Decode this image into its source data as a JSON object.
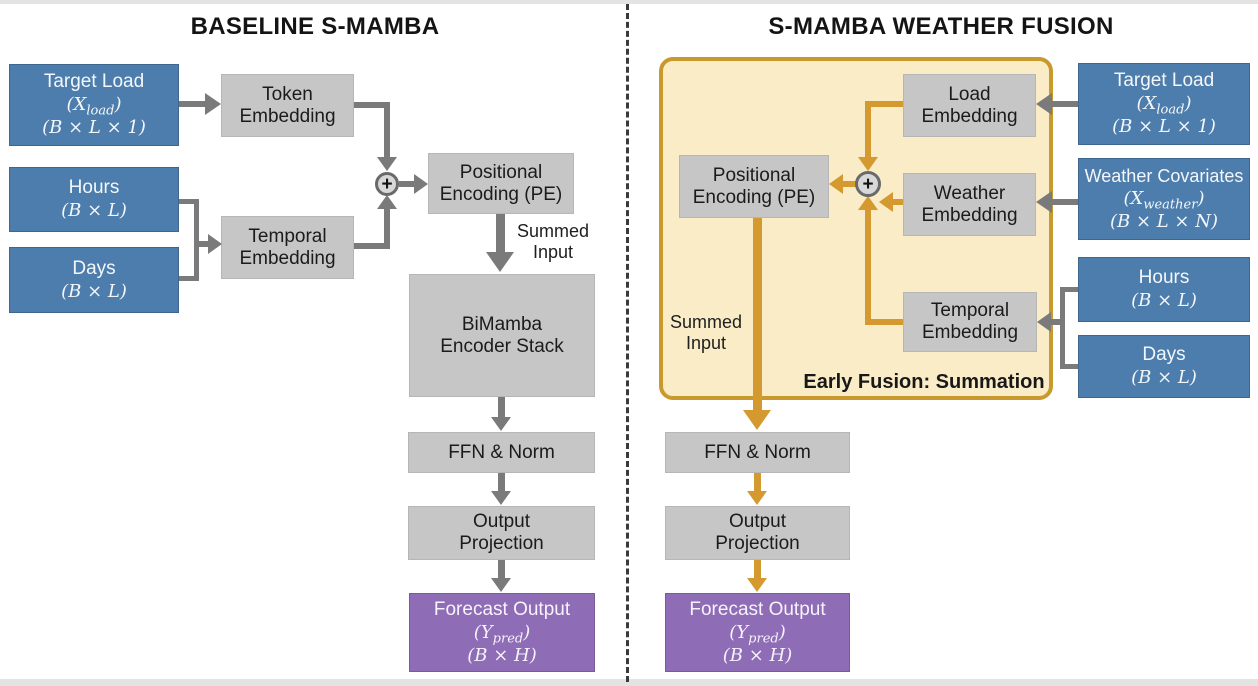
{
  "colors": {
    "input_blue": "#4d7dac",
    "block_gray": "#c6c6c6",
    "output_purple": "#8e6cb6",
    "fusion_fill": "#faecc6",
    "fusion_border": "#c9992e",
    "arrow_gray": "#7a7a7a",
    "arrow_orange": "#d49a2f"
  },
  "left": {
    "title": "BASELINE S-MAMBA",
    "inputs": {
      "target_load": {
        "name": "Target Load",
        "math_open": "(X",
        "math_sub": "load",
        "math_close": ")",
        "dims": "(B × L × 1)"
      },
      "hours": {
        "name": "Hours",
        "dims": "(B × L)"
      },
      "days": {
        "name": "Days",
        "dims": "(B × L)"
      }
    },
    "blocks": {
      "token_embedding": "Token Embedding",
      "temporal_embedding": "Temporal Embedding",
      "positional_encoding": "Positional Encoding (PE)",
      "bimamba": "BiMamba Encoder Stack",
      "ffn": "FFN & Norm",
      "output_projection": "Output Projection"
    },
    "sum_symbol": "+",
    "summed_input_label": "Summed Input",
    "output": {
      "name": "Forecast Output",
      "math_open": "(Y",
      "math_sub": "pred",
      "math_close": ")",
      "dims": "(B × H)"
    }
  },
  "right": {
    "title": "S-MAMBA WEATHER FUSION",
    "fusion_label": "Early Fusion: Summation",
    "inputs": {
      "target_load": {
        "name": "Target Load",
        "math_open": "(X",
        "math_sub": "load",
        "math_close": ")",
        "dims": "(B × L × 1)"
      },
      "weather_covariates": {
        "name": "Weather Covariates",
        "math_open": "(X",
        "math_sub": "weather",
        "math_close": ")",
        "dims": "(B × L × N)"
      },
      "hours": {
        "name": "Hours",
        "dims": "(B × L)"
      },
      "days": {
        "name": "Days",
        "dims": "(B × L)"
      }
    },
    "blocks": {
      "load_embedding": "Load Embedding",
      "weather_embedding": "Weather Embedding",
      "temporal_embedding": "Temporal Embedding",
      "positional_encoding": "Positional Encoding (PE)",
      "ffn": "FFN & Norm",
      "output_projection": "Output Projection"
    },
    "sum_symbol": "+",
    "summed_input_label": "Summed Input",
    "output": {
      "name": "Forecast Output",
      "math_open": "(Y",
      "math_sub": "pred",
      "math_close": ")",
      "dims": "(B × H)"
    }
  }
}
